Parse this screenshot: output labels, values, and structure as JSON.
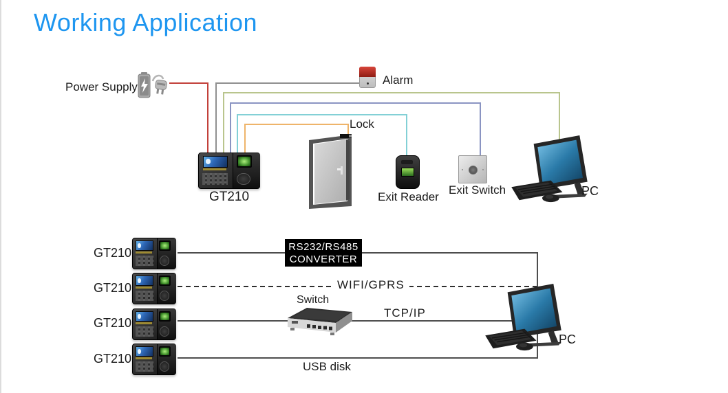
{
  "title": "Working Application",
  "colors": {
    "title_blue": "#1e96f0",
    "wire_power_red": "#c2403a",
    "wire_alarm_gray": "#8f8f8f",
    "wire_pc_olive": "#b9c58d",
    "wire_exit_switch_blue": "#8a94c2",
    "wire_exit_reader_cyan": "#83d0d6",
    "wire_lock_orange": "#eeb46a",
    "diagram_line": "#4d4d4d",
    "converter_bg": "#000000"
  },
  "top_diagram": {
    "power_supply_label": "Power Supply",
    "alarm_label": "Alarm",
    "lock_label": "Lock",
    "device_label": "GT210",
    "exit_reader_label": "Exit Reader",
    "exit_switch_label": "Exit Switch",
    "pc_label": "PC"
  },
  "bottom_diagram": {
    "devices": [
      {
        "label": "GT210"
      },
      {
        "label": "GT210"
      },
      {
        "label": "GT210"
      },
      {
        "label": "GT210"
      }
    ],
    "converter_line1": "RS232/RS485",
    "converter_line2": "CONVERTER",
    "wifi_label": "WIFI/GPRS",
    "switch_label": "Switch",
    "tcpip_label": "TCP/IP",
    "usb_label": "USB disk",
    "pc_label": "PC"
  }
}
